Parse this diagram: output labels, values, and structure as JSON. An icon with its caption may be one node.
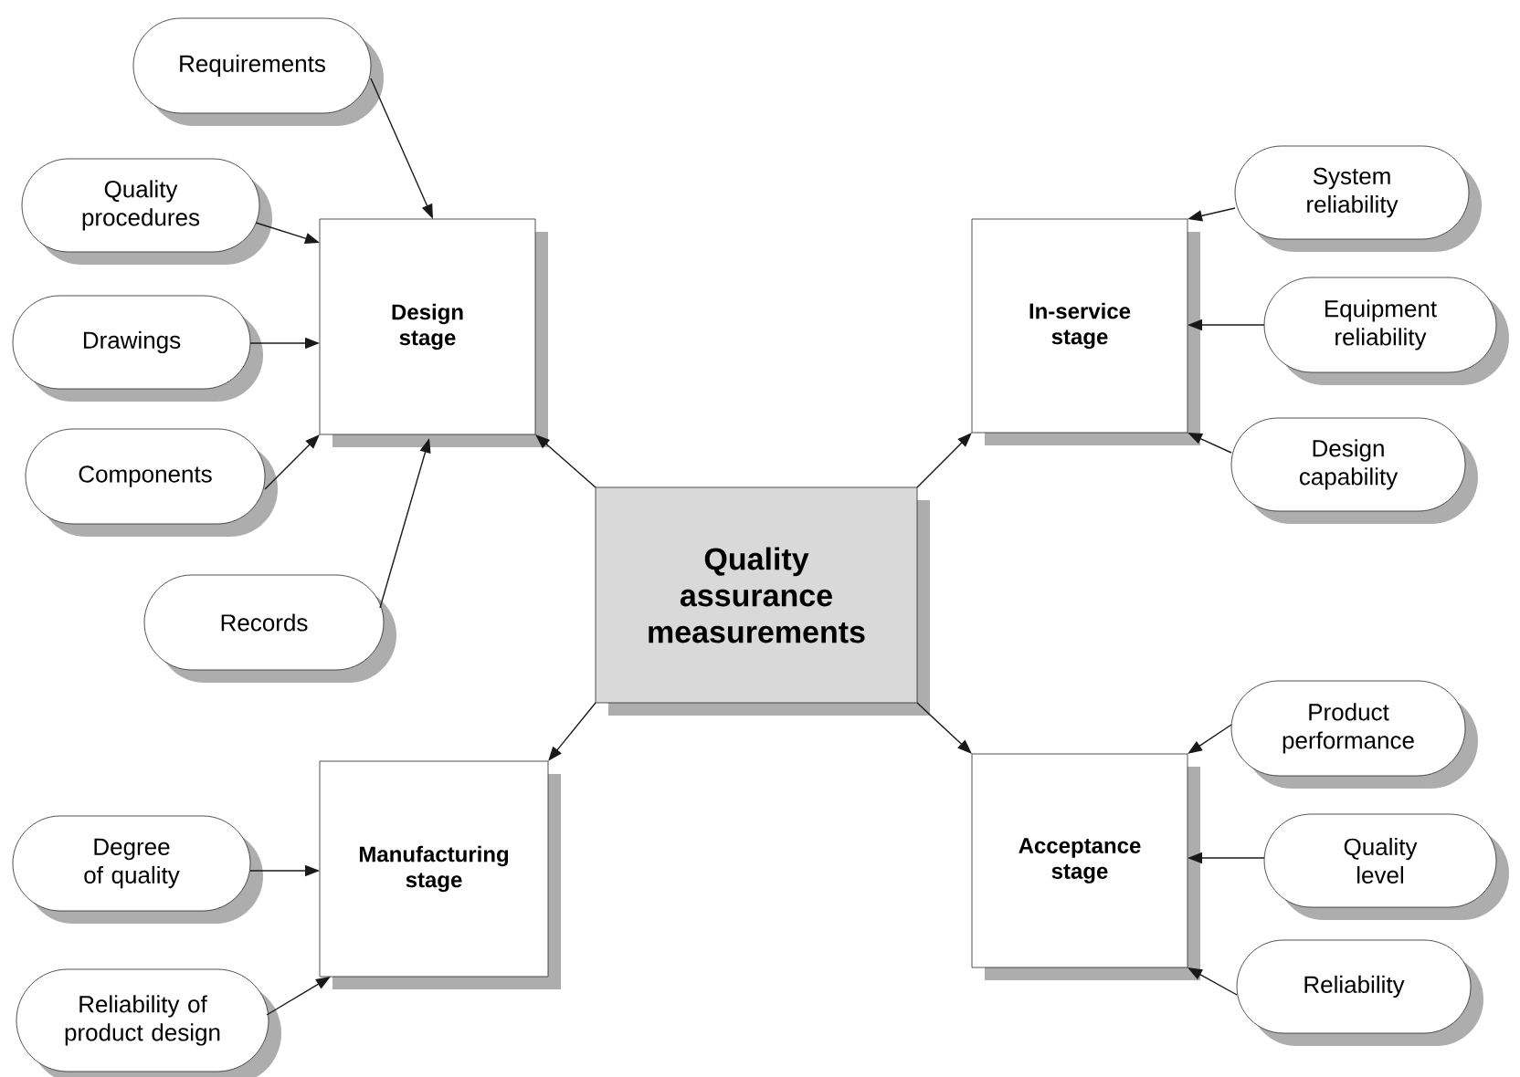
{
  "diagram": {
    "nodes": [
      {
        "text": [
          "Quality assurance measurements"
        ]
      },
      {
        "text": [
          "Design stage"
        ]
      },
      {
        "text": [
          "In-service stage"
        ]
      },
      {
        "text": [
          "Manufacturing stage"
        ]
      },
      {
        "text": [
          "Acceptance stage"
        ]
      },
      {
        "text": [
          "Requirements"
        ]
      },
      {
        "text": [
          "Quality procedures"
        ]
      },
      {
        "text": [
          "Drawings"
        ]
      },
      {
        "text": [
          "Components"
        ]
      },
      {
        "text": [
          "Records"
        ]
      },
      {
        "text": [
          "Degree of quality"
        ]
      },
      {
        "text": [
          "Reliability of product design"
        ]
      },
      {
        "text": [
          "System reliability"
        ]
      },
      {
        "text": [
          "Equipment reliability"
        ]
      },
      {
        "text": [
          "Design capability"
        ]
      },
      {
        "text": [
          "Product performance"
        ]
      },
      {
        "text": [
          "Quality level"
        ]
      },
      {
        "text": [
          "Reliability"
        ]
      }
    ],
    "edges": [
      {
        "from": 0,
        "to": 1,
        "arrow": "to"
      },
      {
        "from": 0,
        "to": 2,
        "arrow": "to"
      },
      {
        "from": 0,
        "to": 3,
        "arrow": "to"
      },
      {
        "from": 0,
        "to": 4,
        "arrow": "to"
      },
      {
        "from": 5,
        "to": 1,
        "arrow": "to"
      },
      {
        "from": 6,
        "to": 1,
        "arrow": "to"
      },
      {
        "from": 7,
        "to": 1,
        "arrow": "to"
      },
      {
        "from": 8,
        "to": 1,
        "arrow": "to"
      },
      {
        "from": 9,
        "to": 1,
        "arrow": "to"
      },
      {
        "from": 10,
        "to": 3,
        "arrow": "to"
      },
      {
        "from": 11,
        "to": 3,
        "arrow": "to"
      },
      {
        "from": 12,
        "to": 2,
        "arrow": "to"
      },
      {
        "from": 13,
        "to": 2,
        "arrow": "to"
      },
      {
        "from": 14,
        "to": 2,
        "arrow": "to"
      },
      {
        "from": 15,
        "to": 4,
        "arrow": "to"
      },
      {
        "from": 16,
        "to": 4,
        "arrow": "to"
      },
      {
        "from": 17,
        "to": 4,
        "arrow": "to"
      }
    ]
  }
}
